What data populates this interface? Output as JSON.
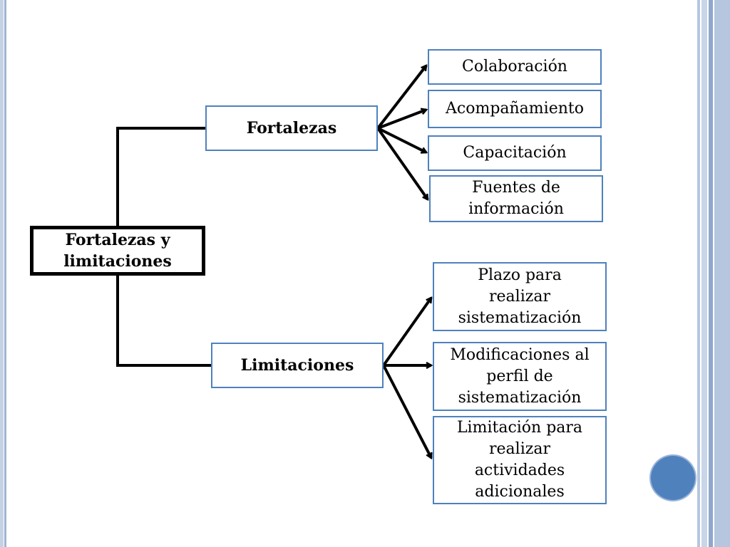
{
  "root": "Fortalezas y limitaciones",
  "branches": [
    {
      "label": "Fortalezas",
      "children": [
        "Colaboración",
        "Acompañamiento",
        "Capacitación",
        "Fuentes de información"
      ]
    },
    {
      "label": "Limitaciones",
      "children": [
        "Plazo para realizar sistematización",
        "Modificaciones al perfil de sistematización",
        "Limitación para realizar actividades adicionales"
      ]
    }
  ],
  "colors": {
    "box_border": "#4f81bd",
    "root_border": "#000000",
    "connector": "#000000",
    "accent_dot": "#4f81bd"
  }
}
